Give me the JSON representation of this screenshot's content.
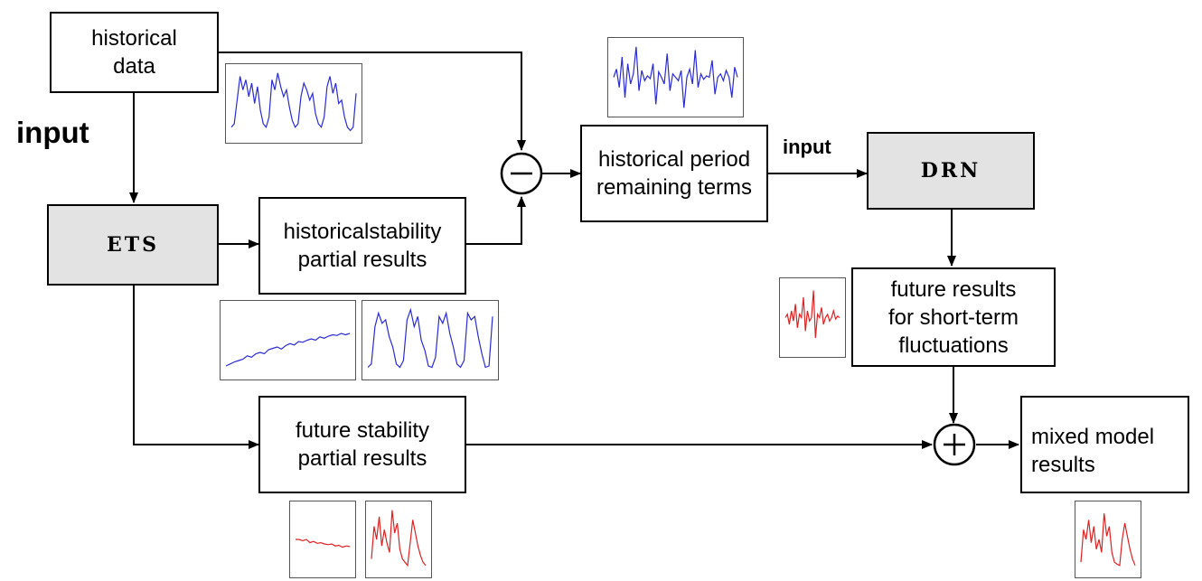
{
  "boxes": {
    "historical_data": "historical\ndata",
    "ets": "ETS",
    "historical_stability": "historicalstability\npartial  results",
    "historical_remaining": "historical period\nremaining terms",
    "drn": "DRN",
    "future_short_term": "future results\nfor short-term\nfluctuations",
    "future_stability": "future stability\npartial  results",
    "mixed_results": "mixed model\nresults"
  },
  "labels": {
    "input_left": "input",
    "input_drn": "input"
  },
  "operators": {
    "subtract": "minus",
    "add": "plus"
  },
  "colors": {
    "series_blue": "#2a2ad6",
    "series_red": "#e02020",
    "process_fill": "#e3e3e3"
  },
  "thumbnails": [
    {
      "name": "historical-data-plot",
      "color": "blue",
      "values": [
        0.15,
        0.2,
        0.55,
        0.9,
        0.7,
        0.85,
        0.6,
        0.8,
        0.5,
        0.75,
        0.4,
        0.2,
        0.15,
        0.3,
        0.85,
        0.7,
        0.95,
        0.75,
        0.6,
        0.7,
        0.45,
        0.25,
        0.15,
        0.2,
        0.6,
        0.8,
        0.7,
        0.55,
        0.65,
        0.35,
        0.2,
        0.15,
        0.3,
        0.75,
        0.9,
        0.65,
        0.8,
        0.5,
        0.55,
        0.3,
        0.15,
        0.1,
        0.15,
        0.65
      ]
    },
    {
      "name": "remaining-terms-plot",
      "color": "blue",
      "values": [
        0.5,
        0.62,
        0.35,
        0.8,
        0.2,
        0.7,
        0.4,
        0.55,
        0.95,
        0.3,
        0.6,
        0.45,
        0.52,
        0.48,
        0.7,
        0.1,
        0.58,
        0.5,
        0.4,
        0.85,
        0.3,
        0.55,
        0.5,
        0.45,
        0.6,
        0.05,
        0.5,
        0.62,
        0.4,
        0.9,
        0.35,
        0.55,
        0.47,
        0.52,
        0.5,
        0.75,
        0.25,
        0.5,
        0.55,
        0.45,
        0.6,
        0.5,
        0.2,
        0.65,
        0.5
      ]
    },
    {
      "name": "stability-trend-plot",
      "color": "blue",
      "values": [
        0.12,
        0.15,
        0.18,
        0.2,
        0.22,
        0.27,
        0.25,
        0.3,
        0.32,
        0.3,
        0.36,
        0.38,
        0.4,
        0.37,
        0.42,
        0.45,
        0.43,
        0.48,
        0.47,
        0.5,
        0.52,
        0.5,
        0.55,
        0.53,
        0.56,
        0.58,
        0.57,
        0.6,
        0.58,
        0.6
      ]
    },
    {
      "name": "stability-periodic-plot",
      "color": "blue",
      "values": [
        0.1,
        0.15,
        0.7,
        0.9,
        0.75,
        0.8,
        0.55,
        0.4,
        0.15,
        0.1,
        0.2,
        0.8,
        0.95,
        0.7,
        0.85,
        0.5,
        0.35,
        0.12,
        0.1,
        0.25,
        0.85,
        0.75,
        0.9,
        0.6,
        0.4,
        0.15,
        0.1,
        0.2,
        0.9,
        0.8,
        0.85,
        0.55,
        0.3,
        0.1,
        0.12,
        0.85
      ]
    },
    {
      "name": "short-term-forecast-plot",
      "color": "red",
      "values": [
        0.5,
        0.55,
        0.4,
        0.6,
        0.45,
        0.7,
        0.35,
        0.55,
        0.5,
        0.8,
        0.3,
        0.6,
        0.45,
        0.5,
        0.9,
        0.2,
        0.55,
        0.5,
        0.65,
        0.4,
        0.5,
        0.55,
        0.45,
        0.5,
        0.6,
        0.48,
        0.52,
        0.5
      ]
    },
    {
      "name": "future-trend-plot",
      "color": "red",
      "values": [
        0.5,
        0.5,
        0.48,
        0.5,
        0.45,
        0.47,
        0.44,
        0.45,
        0.43,
        0.42,
        0.43,
        0.4,
        0.41,
        0.38,
        0.4,
        0.39
      ]
    },
    {
      "name": "future-periodic-plot",
      "color": "red",
      "values": [
        0.2,
        0.7,
        0.5,
        0.85,
        0.4,
        0.65,
        0.45,
        0.3,
        0.95,
        0.6,
        0.75,
        0.35,
        0.2,
        0.15,
        0.1,
        0.45,
        0.8,
        0.6,
        0.4,
        0.25,
        0.15,
        0.1
      ]
    },
    {
      "name": "mixed-forecast-plot",
      "color": "red",
      "values": [
        0.15,
        0.65,
        0.5,
        0.8,
        0.45,
        0.7,
        0.35,
        0.5,
        0.3,
        0.9,
        0.55,
        0.7,
        0.3,
        0.15,
        0.12,
        0.1,
        0.5,
        0.75,
        0.55,
        0.35,
        0.2,
        0.1
      ]
    }
  ]
}
